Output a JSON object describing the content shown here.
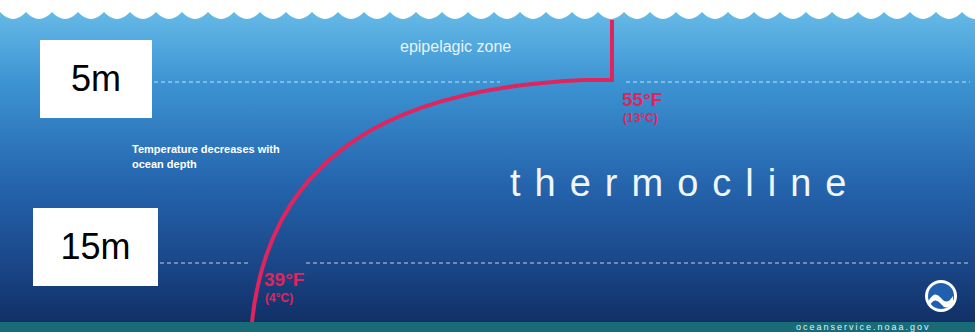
{
  "diagram": {
    "nodes": [
      {
        "text": [
          "5m"
        ]
      },
      {
        "text": [
          "15m"
        ]
      }
    ],
    "labels": [
      "epipelagic zone",
      "55°F",
      "(13°C)",
      "Temperature decreases with ocean depth",
      "thermocline",
      "39°F",
      "(4°C)",
      "oceanservice.noaa.gov"
    ]
  }
}
